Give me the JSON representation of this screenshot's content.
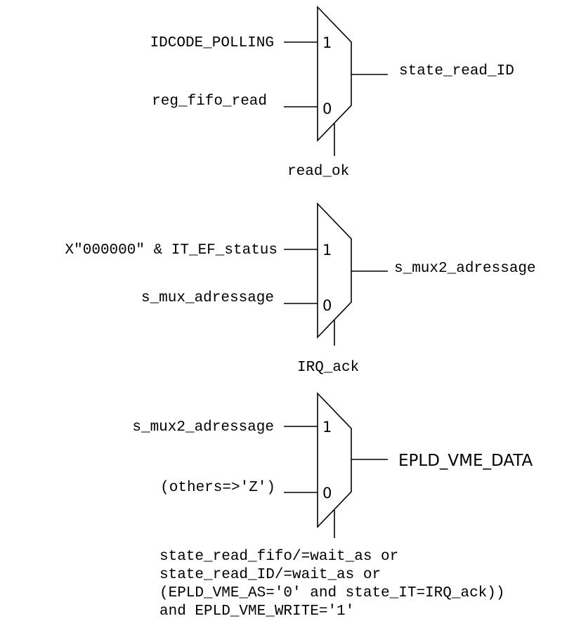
{
  "muxes": [
    {
      "input_1": "IDCODE_POLLING",
      "input_0": "reg_fifo_read",
      "output": "state_read_ID",
      "select": [
        "read_ok"
      ],
      "pin_1": "1",
      "pin_0": "0"
    },
    {
      "input_1": "X\"000000\" & IT_EF_status",
      "input_0": "s_mux_adressage",
      "output": "s_mux2_adressage",
      "select": [
        "IRQ_ack"
      ],
      "pin_1": "1",
      "pin_0": "0"
    },
    {
      "input_1": "s_mux2_adressage",
      "input_0": "(others=>'Z')",
      "output": "EPLD_VME_DATA",
      "select": [
        "state_read_fifo/=wait_as or",
        "state_read_ID/=wait_as or",
        "(EPLD_VME_AS='0' and state_IT=IRQ_ack))",
        "and EPLD_VME_WRITE='1'"
      ],
      "pin_1": "1",
      "pin_0": "0"
    }
  ]
}
